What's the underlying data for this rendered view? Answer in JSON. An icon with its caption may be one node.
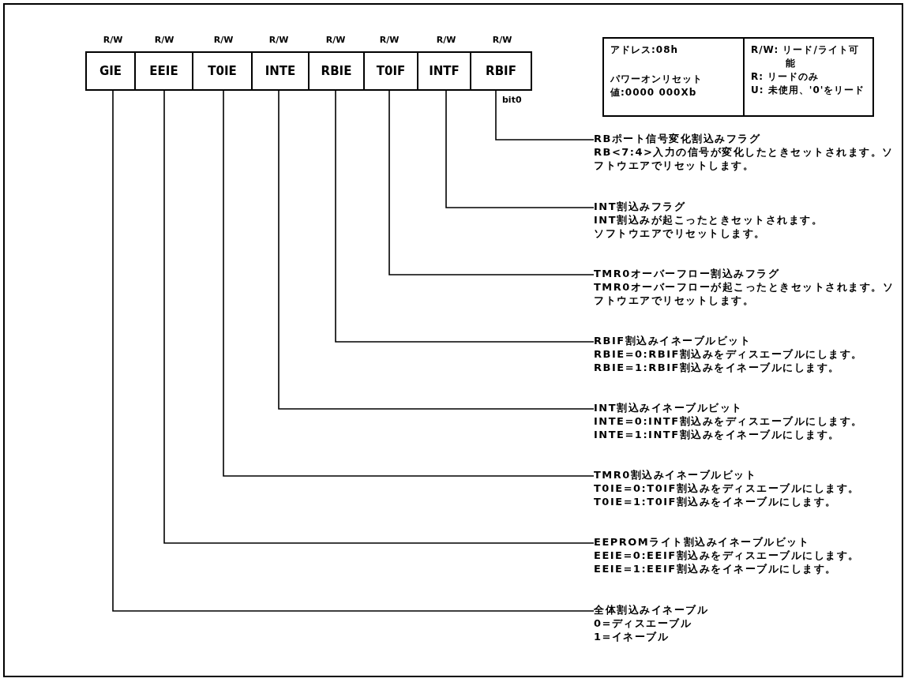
{
  "diagram": {
    "nodes": [
      {
        "text": [
          "GIE"
        ]
      },
      {
        "text": [
          "EEIE"
        ]
      },
      {
        "text": [
          "T0IE"
        ]
      },
      {
        "text": [
          "INTE"
        ]
      },
      {
        "text": [
          "RBIE"
        ]
      },
      {
        "text": [
          "T0IF"
        ]
      },
      {
        "text": [
          "INTF"
        ]
      },
      {
        "text": [
          "RBIF"
        ]
      },
      {
        "text": [
          "RBポート信号変化割込みフラグ",
          "RB<7:4>入力の信号が変化したときセットされます。ソフトウエアでリセットします。"
        ]
      },
      {
        "text": [
          "INT割込みフラグ",
          "INT割込みが起こったときセットされます。",
          "ソフトウエアでリセットします。"
        ]
      },
      {
        "text": [
          "TMR0オーバーフロー割込みフラグ",
          "TMR0オーバーフローが起こったときセットされます。ソフトウエアでリセットします。"
        ]
      },
      {
        "text": [
          "RBIF割込みイネーブルビット",
          "RBIE=0:RBIF割込みをディスエーブルにします。",
          "RBIE=1:RBIF割込みをイネーブルにします。"
        ]
      },
      {
        "text": [
          "INT割込みイネーブルビット",
          "INTE=0:INTF割込みをディスエーブルにします。",
          "INTE=1:INTF割込みをイネーブルにします。"
        ]
      },
      {
        "text": [
          "TMR0割込みイネーブルビット",
          "T0IE=0:T0IF割込みをディスエーブルにします。",
          "T0IE=1:T0IF割込みをイネーブルにします。"
        ]
      },
      {
        "text": [
          "EEPROMライト割込みイネーブルビット",
          "EEIE=0:EEIF割込みをディスエーブルにします。",
          "EEIE=1:EEIF割込みをイネーブルにします。"
        ]
      },
      {
        "text": [
          "全体割込みイネーブル",
          "0=ディスエーブル",
          "1=イネーブル"
        ]
      },
      {
        "text": [
          "アドレス:08h",
          "パワーオンリセット値:0000 000Xb"
        ]
      },
      {
        "text": [
          "R/W: リード/ライト可能",
          "R: リードのみ",
          "U: 未使用、'0'をリード"
        ]
      }
    ],
    "edges": [
      {
        "from": 7,
        "to": 8,
        "arrow": "none"
      },
      {
        "from": 6,
        "to": 9,
        "arrow": "none"
      },
      {
        "from": 5,
        "to": 10,
        "arrow": "none"
      },
      {
        "from": 4,
        "to": 11,
        "arrow": "none"
      },
      {
        "from": 3,
        "to": 12,
        "arrow": "none"
      },
      {
        "from": 2,
        "to": 13,
        "arrow": "none"
      },
      {
        "from": 1,
        "to": 14,
        "arrow": "none"
      },
      {
        "from": 0,
        "to": 15,
        "arrow": "none"
      }
    ],
    "labels": [
      "R/W",
      "R/W",
      "R/W",
      "R/W",
      "R/W",
      "R/W",
      "R/W",
      "R/W",
      "bit0"
    ]
  }
}
